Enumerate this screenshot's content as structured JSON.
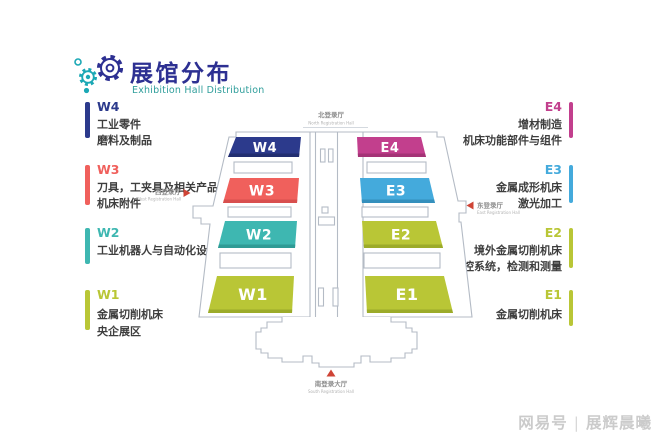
{
  "header": {
    "title": "展馆分布",
    "subtitle": "Exhibition Hall Distribution"
  },
  "legend": {
    "west": [
      {
        "id": "W4",
        "color": "#2c3a8c",
        "lines": [
          "工业零件",
          "磨料及制品"
        ]
      },
      {
        "id": "W3",
        "color": "#f0605c",
        "lines": [
          "刀具，工夹具及相关产品",
          "机床附件"
        ]
      },
      {
        "id": "W2",
        "color": "#3eb7b1",
        "lines": [
          "工业机器人与自动化设备"
        ]
      },
      {
        "id": "W1",
        "color": "#b9c636",
        "lines": [
          "金属切削机床",
          "央企展区"
        ]
      }
    ],
    "east": [
      {
        "id": "E4",
        "color": "#c23f8d",
        "lines": [
          "增材制造",
          "机床功能部件与组件"
        ]
      },
      {
        "id": "E3",
        "color": "#44aadc",
        "lines": [
          "金属成形机床",
          "激光加工"
        ]
      },
      {
        "id": "E2",
        "color": "#b9c636",
        "lines": [
          "境外金属切削机床",
          "数控系统，检测和测量"
        ]
      },
      {
        "id": "E1",
        "color": "#b9c636",
        "lines": [
          "金属切削机床"
        ]
      }
    ]
  },
  "map": {
    "halls": [
      {
        "id": "W4",
        "label": "W4",
        "color": "#2c3a8c",
        "dark": "#222e70"
      },
      {
        "id": "W3",
        "label": "W3",
        "color": "#f0605c",
        "dark": "#d84f4e"
      },
      {
        "id": "W2",
        "label": "W2",
        "color": "#3eb7b1",
        "dark": "#2f9b95"
      },
      {
        "id": "W1",
        "label": "W1",
        "color": "#b9c636",
        "dark": "#9cab29"
      },
      {
        "id": "E4",
        "label": "E4",
        "color": "#c23f8d",
        "dark": "#a43376"
      },
      {
        "id": "E3",
        "label": "E3",
        "color": "#44aadc",
        "dark": "#3590bd"
      },
      {
        "id": "E2",
        "label": "E2",
        "color": "#b9c636",
        "dark": "#9cab29"
      },
      {
        "id": "E1",
        "label": "E1",
        "color": "#b9c636",
        "dark": "#9cab29"
      }
    ],
    "entrances": {
      "north": {
        "zh": "北登录厅",
        "en": "North Registration Hall"
      },
      "south": {
        "zh": "南登录大厅",
        "en": "South Registration Hall"
      },
      "west": {
        "zh": "西登录厅",
        "en": "West Registration Hall"
      },
      "east": {
        "zh": "东登录厅",
        "en": "East Registration Hall"
      }
    }
  },
  "watermark": {
    "platform": "网易号",
    "divider": "|",
    "author": "展辉晨曦"
  }
}
